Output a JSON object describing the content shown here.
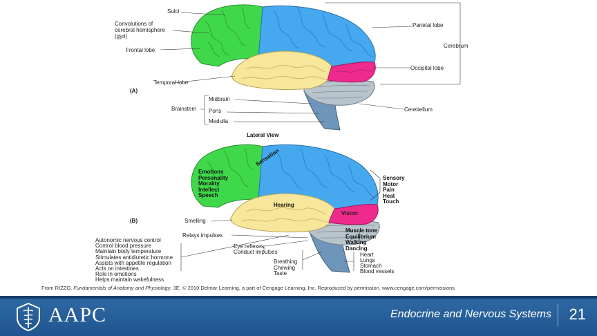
{
  "colors": {
    "frontal": "#3fd84a",
    "parietal": "#46a8ef",
    "temporal": "#f8e69a",
    "occipital": "#ee2a8c",
    "cerebellum": "#b8c4cc",
    "brainstem": "#6f95ba",
    "footer": "#2a63a0"
  },
  "diagram_a": {
    "tag": "(A)",
    "labels": {
      "sulci": "Sulci",
      "convolutions": [
        "Convolutions of",
        "cerebral hemisphere",
        "(gyri)"
      ],
      "frontal_lobe": "Frontal lobe",
      "temporal_lobe": "Temporal lobe",
      "parietal_lobe": "Parietal lobe",
      "cerebrum": "Cerebrum",
      "occipital_lobe": "Occipital lobe",
      "brainstem": "Brainstem",
      "midbrain": "Midbrain",
      "pons": "Pons",
      "medulla": "Medulla",
      "cerebellum": "Cerebellum"
    }
  },
  "view_title": "Lateral View",
  "diagram_b": {
    "tag": "(B)",
    "frontal_functions": [
      "Emotions",
      "Personality",
      "Morality",
      "Intellect",
      "Speech"
    ],
    "sensation": "Sensation",
    "hearing": "Hearing",
    "vision": "Vision",
    "smelling": "Smelling",
    "relays": "Relays impulses",
    "parietal_functions": [
      "Sensory",
      "Motor",
      "Pain",
      "Heat",
      "Touch"
    ],
    "cerebellum_functions": [
      "Muscle tone",
      "Equilibrium",
      "Walking",
      "Dancing"
    ],
    "brainstem_functions": [
      "Heart",
      "Lungs",
      "Stomach",
      "Blood vessels"
    ],
    "midbrain_functions": [
      "Eye reflexes",
      "Conduct impulses"
    ],
    "medulla_functions": [
      "Breathing",
      "Chewing",
      "Taste"
    ],
    "hypothalamus_functions": [
      "Autonomic nervous control",
      "Control blood pressure",
      "Maintain body temperature",
      "Stimulates antidiuretic hormone",
      "Assists with appetite regulation",
      "Acts on intestines",
      "Role in emotions",
      "Helps maintain wakefulness"
    ]
  },
  "credit": {
    "prefix": "From RIZZO. ",
    "book": "Fundamentals of Anatomy and Physiology",
    "suffix": ", 3E. © 2010 Delmar Learning, a part of Cengage Learning, Inc. Reproduced by permission. www.cengage.com/permissions"
  },
  "footer": {
    "logo_text": "AAPC",
    "title": "Endocrine and Nervous Systems",
    "page": "21"
  }
}
